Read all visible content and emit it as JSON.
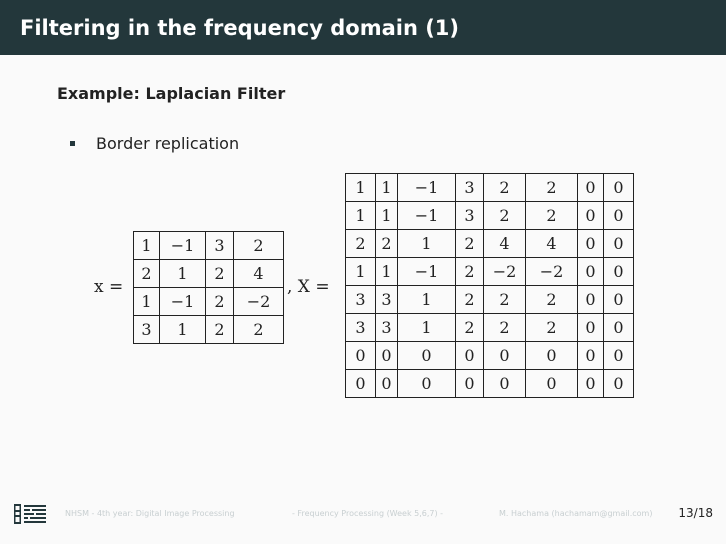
{
  "slide": {
    "title": "Filtering in the frequency domain (1)",
    "subtitle": "Example: Laplacian Filter",
    "bullet": "Border replication"
  },
  "math": {
    "x_label": "x =",
    "X_label": ", X =",
    "x_matrix": [
      [
        "1",
        "−1",
        "3",
        "2"
      ],
      [
        "2",
        "1",
        "2",
        "4"
      ],
      [
        "1",
        "−1",
        "2",
        "−2"
      ],
      [
        "3",
        "1",
        "2",
        "2"
      ]
    ],
    "X_matrix": [
      [
        "1",
        "1",
        "−1",
        "3",
        "2",
        "2",
        "0",
        "0"
      ],
      [
        "1",
        "1",
        "−1",
        "3",
        "2",
        "2",
        "0",
        "0"
      ],
      [
        "2",
        "2",
        "1",
        "2",
        "4",
        "4",
        "0",
        "0"
      ],
      [
        "1",
        "1",
        "−1",
        "2",
        "−2",
        "−2",
        "0",
        "0"
      ],
      [
        "3",
        "3",
        "1",
        "2",
        "2",
        "2",
        "0",
        "0"
      ],
      [
        "3",
        "3",
        "1",
        "2",
        "2",
        "2",
        "0",
        "0"
      ],
      [
        "0",
        "0",
        "0",
        "0",
        "0",
        "0",
        "0",
        "0"
      ],
      [
        "0",
        "0",
        "0",
        "0",
        "0",
        "0",
        "0",
        "0"
      ]
    ]
  },
  "footer": {
    "course": "NHSM - 4th year: Digital Image Processing",
    "topic": "- Frequency Processing (Week 5,6,7) -",
    "author": "M. Hachama (hachamam@gmail.com)",
    "page": "13/18"
  },
  "colors": {
    "header_bg": "#23373b",
    "footer_text": "#c8cfd1"
  },
  "icons": {
    "logo": "nhsm-logo-icon"
  }
}
